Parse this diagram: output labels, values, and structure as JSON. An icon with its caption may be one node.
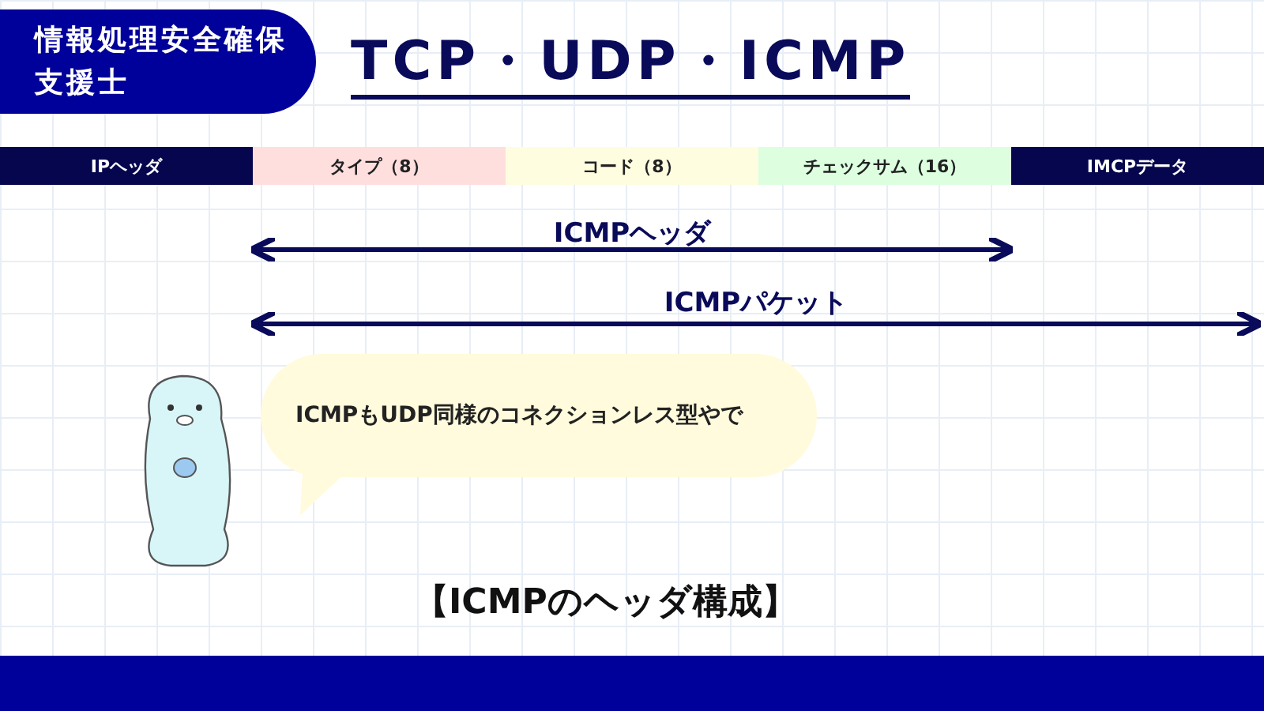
{
  "diagram": {
    "title": "TCP・UDP・ICMP",
    "caption": "【ICMPのヘッダ構成】",
    "nodes": [
      {
        "text": [
          "情報処理安全確保支援士"
        ]
      },
      {
        "text": [
          "IPヘッダ"
        ]
      },
      {
        "text": [
          "タイプ（8）"
        ]
      },
      {
        "text": [
          "コード（8）"
        ]
      },
      {
        "text": [
          "チェックサム（16）"
        ]
      },
      {
        "text": [
          "IMCPデータ"
        ]
      },
      {
        "text": [
          "ICMPもUDP同様のコネクションレス型やで"
        ]
      }
    ],
    "labels": [
      "ICMPヘッダ",
      "ICMPパケット"
    ]
  }
}
